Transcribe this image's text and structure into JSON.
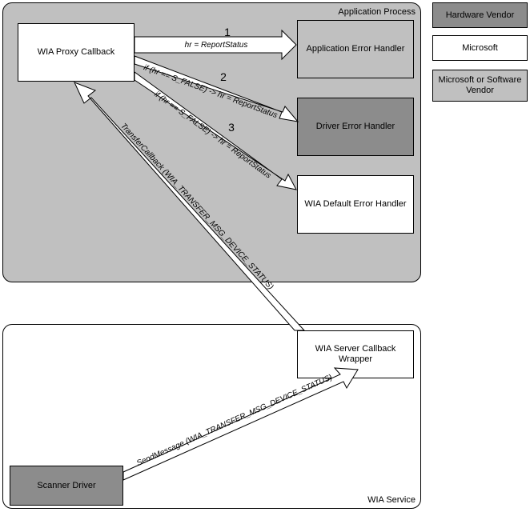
{
  "regions": {
    "application_process": "Application Process",
    "wia_service": "WIA Service"
  },
  "boxes": {
    "wia_proxy_callback": "WIA Proxy Callback",
    "application_error_handler": "Application Error Handler",
    "driver_error_handler": "Driver Error Handler",
    "wia_default_error_handler": "WIA Default Error Handler",
    "wia_server_callback_wrapper": "WIA Server Callback Wrapper",
    "scanner_driver": "Scanner Driver"
  },
  "legend": {
    "hardware_vendor": "Hardware Vendor",
    "microsoft": "Microsoft",
    "microsoft_or_software_vendor": "Microsoft or Software Vendor"
  },
  "arrows": {
    "a1": {
      "number": "1",
      "label": "hr = ReportStatus"
    },
    "a2": {
      "number": "2",
      "label": "if (hr == S_FALSE) -> hr = ReportStatus"
    },
    "a3": {
      "number": "3",
      "label": "if (hr == S_FALSE) -> hr = ReportStatus"
    },
    "transfer_callback": {
      "label": "TransferCallback (WIA_TRANSFER_MSG_DEVICE_STATUS)"
    },
    "send_message": {
      "label": "SendMessage (WIA_TRANSFER_MSG_DEVICE_STATUS)"
    }
  },
  "colors": {
    "hardware_vendor": "#8c8c8c",
    "microsoft": "#ffffff",
    "microsoft_or_software_vendor": "#c0c0c0",
    "application_region": "#c0c0c0"
  }
}
